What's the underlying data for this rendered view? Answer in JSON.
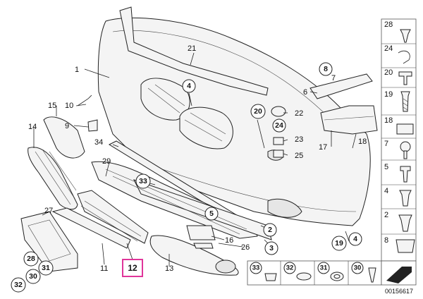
{
  "diagram": {
    "callouts_plain": [
      "1",
      "21",
      "10",
      "15",
      "9",
      "14",
      "34",
      "29",
      "27",
      "11",
      "12",
      "13",
      "16",
      "26",
      "6",
      "7",
      "17",
      "18",
      "22",
      "23",
      "25"
    ],
    "callouts_circled": [
      "4",
      "8",
      "20",
      "24",
      "33",
      "5",
      "2",
      "3",
      "19",
      "28",
      "31",
      "30",
      "32"
    ],
    "legend": {
      "items": [
        "28",
        "24",
        "20",
        "19",
        "18",
        "7",
        "5",
        "4",
        "2",
        "8"
      ],
      "bottom_items": [
        "33",
        "32",
        "31",
        "30"
      ]
    },
    "highlight_label": "12",
    "highlight_color": "#e0359a",
    "catalog_number": "00156617"
  }
}
